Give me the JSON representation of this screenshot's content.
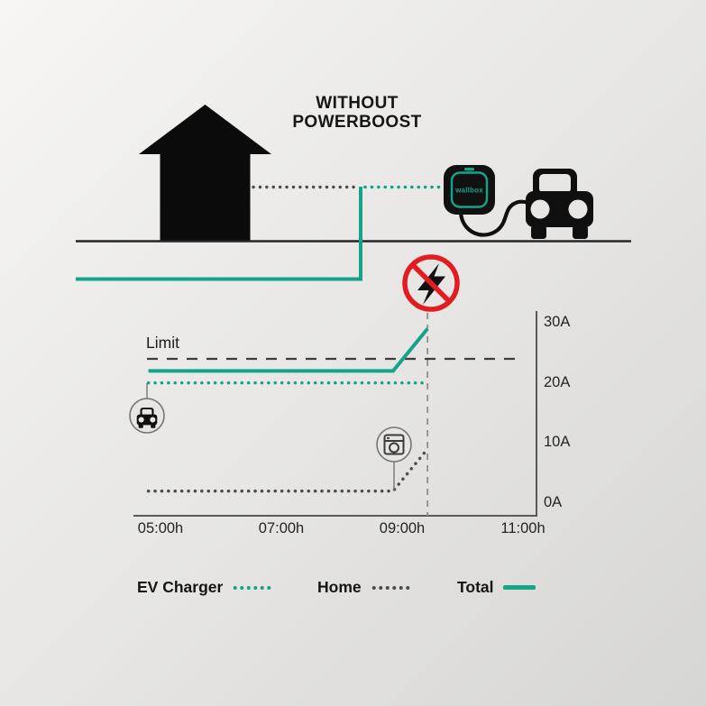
{
  "title": {
    "line1": "WITHOUT",
    "line2": "POWERBOOST"
  },
  "scene": {
    "wallbox_device_label": "wallbox",
    "icons": [
      "house-icon",
      "wallbox-charger-icon",
      "car-icon",
      "no-electricity-icon",
      "car-circle-icon",
      "washing-machine-circle-icon"
    ]
  },
  "colors": {
    "teal": "#16a489",
    "gray": "#4d4d4d",
    "dark": "#111111",
    "red": "#e11d21",
    "limit_dash": "#3c3c3c",
    "event_dash": "#8f8f8f",
    "axis": "#4a4a4a",
    "background_center": "#e7e6e4"
  },
  "legend": {
    "items": [
      {
        "label": "EV Charger",
        "style": "dotted",
        "color_key": "teal"
      },
      {
        "label": "Home",
        "style": "dotted",
        "color_key": "gray"
      },
      {
        "label": "Total",
        "style": "solid",
        "color_key": "teal"
      }
    ]
  },
  "chart_data": {
    "type": "line",
    "title": "WITHOUT POWERBOOST",
    "xlabel": "",
    "ylabel": "",
    "ylim": [
      0,
      30
    ],
    "x_ticks": [
      {
        "h": 5,
        "label": "05:00h"
      },
      {
        "h": 7,
        "label": "07:00h"
      },
      {
        "h": 9,
        "label": "09:00h"
      },
      {
        "h": 11,
        "label": "11:00h"
      }
    ],
    "y_ticks": [
      {
        "a": 30,
        "label": "30A"
      },
      {
        "a": 20,
        "label": "20A"
      },
      {
        "a": 10,
        "label": "10A"
      },
      {
        "a": 0,
        "label": "0A"
      }
    ],
    "limit_line": {
      "label": "Limit",
      "amps": 24,
      "style": "dashed"
    },
    "event_line": {
      "h": 9.42,
      "style": "dashed",
      "meaning_icon": "no-electricity-icon"
    },
    "series": [
      {
        "name": "EV Charger",
        "style": "dotted",
        "color_key": "teal",
        "points": [
          [
            4.8,
            20
          ],
          [
            9.35,
            20
          ]
        ]
      },
      {
        "name": "Home",
        "style": "dotted",
        "color_key": "gray",
        "points": [
          [
            4.8,
            2
          ],
          [
            8.85,
            2
          ],
          [
            9.42,
            9
          ]
        ]
      },
      {
        "name": "Total",
        "style": "solid",
        "color_key": "teal",
        "points": [
          [
            4.8,
            22
          ],
          [
            8.85,
            22
          ],
          [
            9.42,
            29
          ]
        ]
      }
    ],
    "annotations": [
      {
        "icon": "car-circle-icon",
        "h": 4.8,
        "amps": 20
      },
      {
        "icon": "washing-machine-circle-icon",
        "h": 8.85,
        "amps": 2
      },
      {
        "icon": "no-electricity-icon",
        "h": 9.42
      }
    ],
    "legend_entries": [
      "EV Charger",
      "Home",
      "Total"
    ],
    "legend_position": "bottom",
    "grid": false
  }
}
